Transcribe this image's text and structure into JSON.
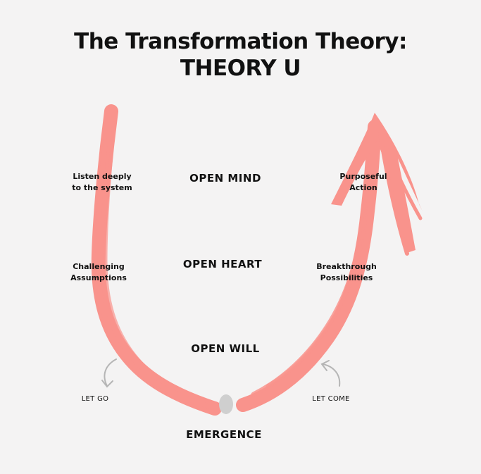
{
  "title": {
    "line1": "The Transformation Theory:",
    "line2": "THEORY U"
  },
  "stages": {
    "open_mind": "OPEN MIND",
    "open_heart": "OPEN HEART",
    "open_will": "OPEN WILL",
    "emergence": "EMERGENCE"
  },
  "left_side": {
    "listen": "Listen deeply\nto the system",
    "challenging": "Challenging\nAssumptions",
    "let_go": "LET GO"
  },
  "right_side": {
    "purposeful": "Purposeful\nAction",
    "breakthrough": "Breakthrough\nPossibilities",
    "let_come": "LET COME"
  },
  "colors": {
    "brush": "#f9938c",
    "text": "#111111",
    "background": "#f4f3f3",
    "small_arrow": "#b5b5b5",
    "emergence_dot": "#cfcfcf"
  },
  "icons": [
    "brush-u-arrow",
    "let-go-arrow-icon",
    "let-come-arrow-icon",
    "emergence-dot-icon"
  ]
}
